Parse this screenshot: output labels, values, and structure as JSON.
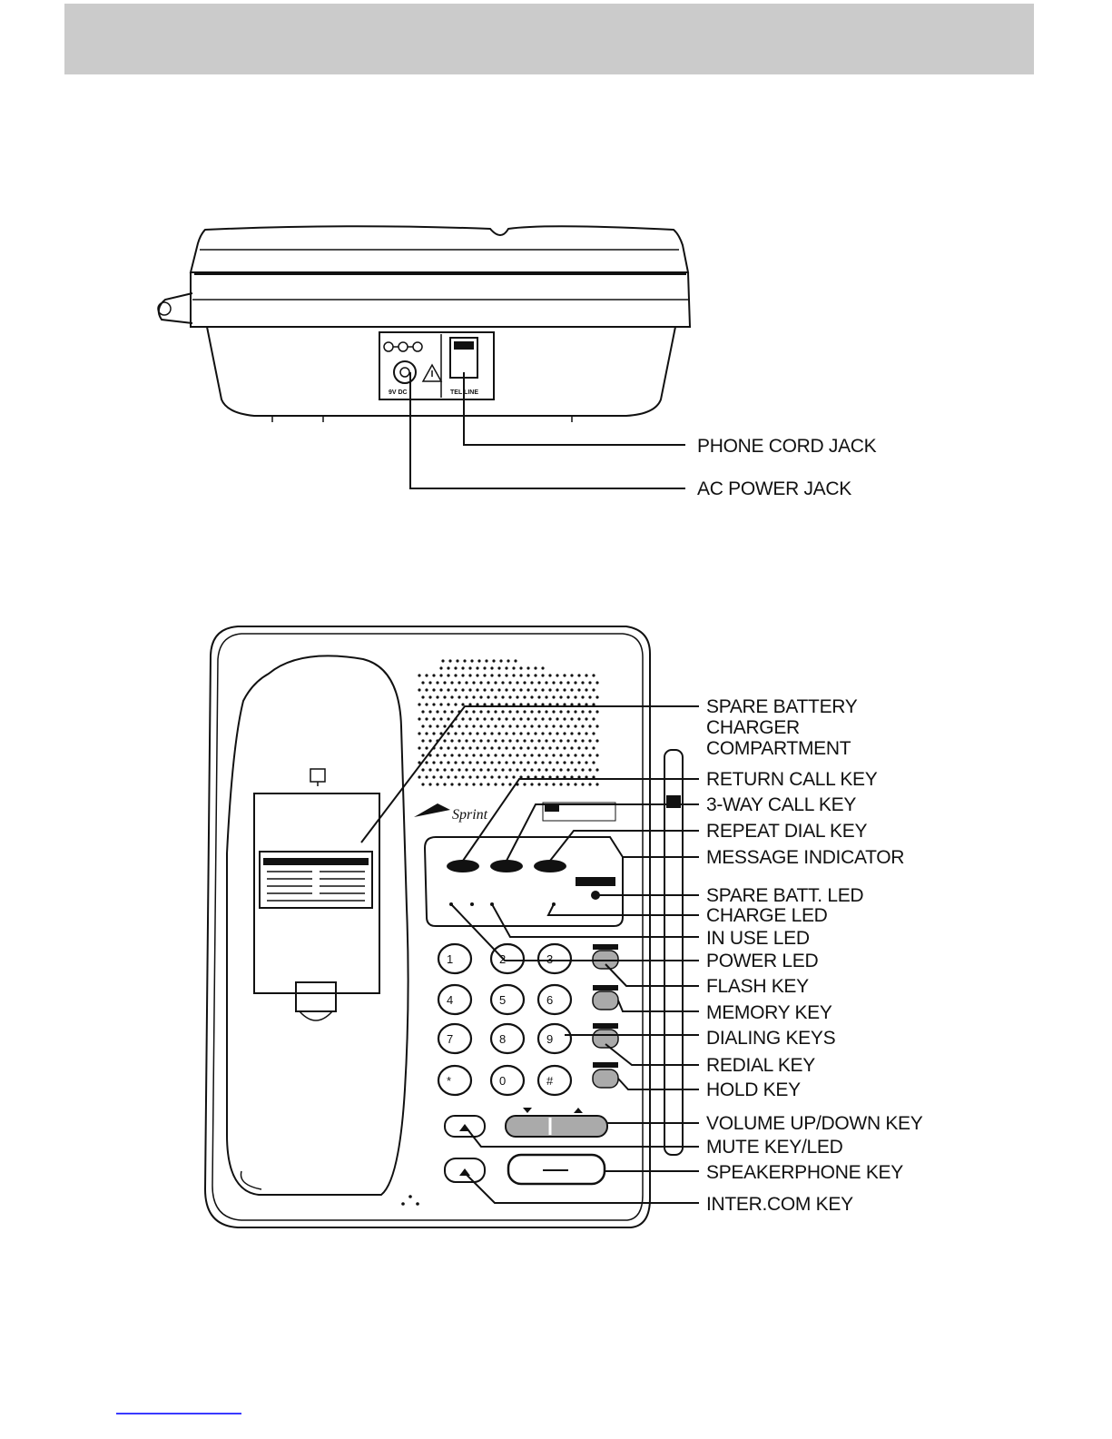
{
  "rear_view": {
    "jack_labels": {
      "dc": "9V DC",
      "tel": "TEL LINE"
    },
    "callouts": [
      {
        "id": "phone-cord-jack",
        "text": "PHONE CORD JACK"
      },
      {
        "id": "ac-power-jack",
        "text": "AC POWER JACK"
      }
    ]
  },
  "top_view": {
    "brand": "Sprint",
    "callouts": [
      {
        "id": "spare-battery-charger-compartment",
        "lines": [
          "SPARE BATTERY",
          "CHARGER",
          "COMPARTMENT"
        ]
      },
      {
        "id": "return-call-key",
        "lines": [
          "RETURN CALL KEY"
        ]
      },
      {
        "id": "3-way-call-key",
        "lines": [
          "3-WAY CALL KEY"
        ]
      },
      {
        "id": "repeat-dial-key",
        "lines": [
          "REPEAT DIAL KEY"
        ]
      },
      {
        "id": "message-indicator",
        "lines": [
          "MESSAGE INDICATOR"
        ]
      },
      {
        "id": "spare-batt-led",
        "lines": [
          "SPARE BATT. LED"
        ]
      },
      {
        "id": "charge-led",
        "lines": [
          "CHARGE LED"
        ]
      },
      {
        "id": "in-use-led",
        "lines": [
          "IN USE LED"
        ]
      },
      {
        "id": "power-led",
        "lines": [
          "POWER LED"
        ]
      },
      {
        "id": "flash-key",
        "lines": [
          "FLASH KEY"
        ]
      },
      {
        "id": "memory-key",
        "lines": [
          "MEMORY KEY"
        ]
      },
      {
        "id": "dialing-keys",
        "lines": [
          "DIALING KEYS"
        ]
      },
      {
        "id": "redial-key",
        "lines": [
          "REDIAL KEY"
        ]
      },
      {
        "id": "hold-key",
        "lines": [
          "HOLD KEY"
        ]
      },
      {
        "id": "volume-up-down-key",
        "lines": [
          "VOLUME UP/DOWN KEY"
        ]
      },
      {
        "id": "mute-key-led",
        "lines": [
          "MUTE KEY/LED"
        ]
      },
      {
        "id": "speakerphone-key",
        "lines": [
          "SPEAKERPHONE KEY"
        ]
      },
      {
        "id": "intercom-key",
        "lines": [
          "INTER.COM KEY"
        ]
      }
    ],
    "keypad": [
      "1",
      "2",
      "3",
      "4",
      "5",
      "6",
      "7",
      "8",
      "9",
      "*",
      "0",
      "#"
    ]
  }
}
